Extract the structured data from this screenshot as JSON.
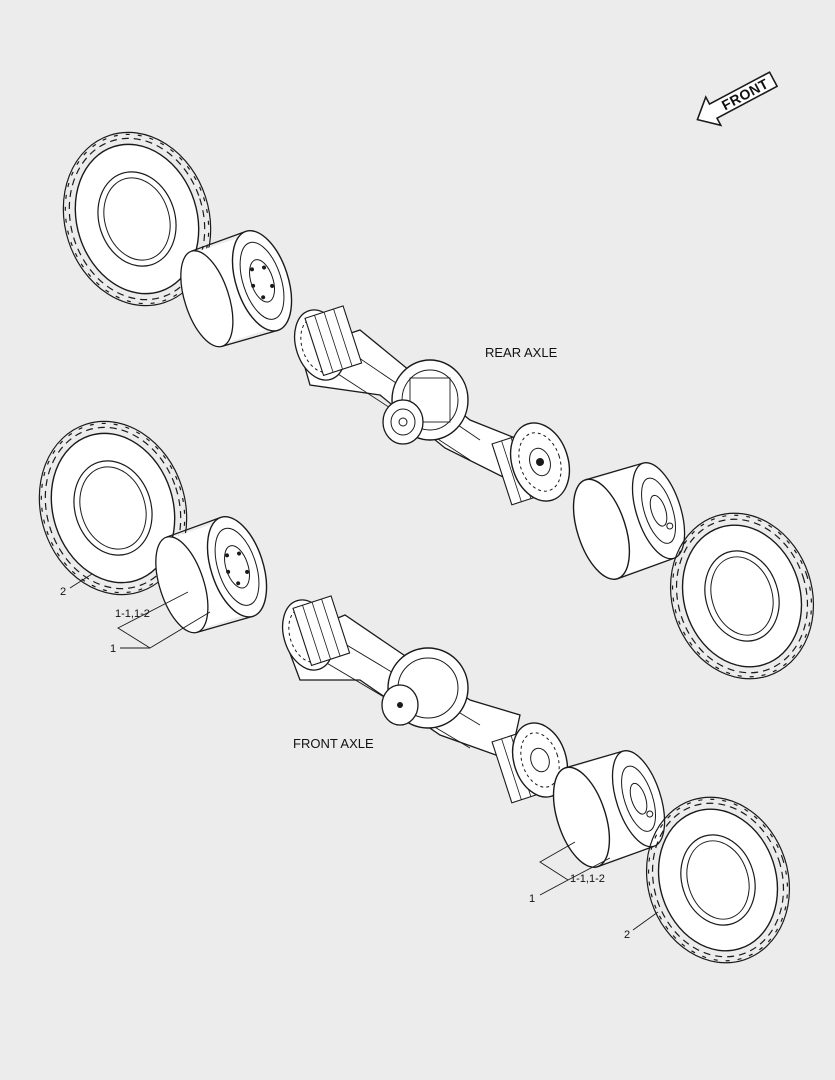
{
  "direction_arrow": {
    "label": "FRONT"
  },
  "assemblies": {
    "rear": {
      "label": "REAR AXLE"
    },
    "front": {
      "label": "FRONT AXLE"
    }
  },
  "callouts": {
    "tire_left": "2",
    "rim_left_sub": "1-1,1-2",
    "rim_left": "1",
    "rim_right_sub": "1-1,1-2",
    "rim_right": "1",
    "tire_right": "2"
  },
  "colors": {
    "background": "#ececec",
    "line": "#1a1a1a",
    "fill": "#ffffff"
  }
}
